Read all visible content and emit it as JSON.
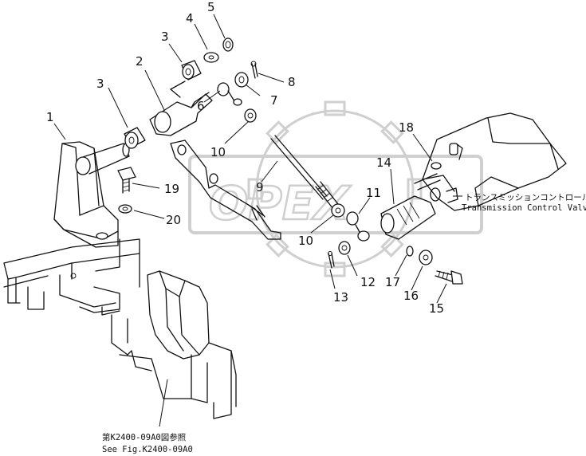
{
  "watermark": "OPEX",
  "transmission_valve": {
    "label_jp": "トランスミッションコントロールバルブ",
    "label_en": "Transmission  Control  Valve"
  },
  "reference": {
    "label_jp": "第K2400-09A0図参照",
    "label_en": "See Fig.K2400-09A0"
  },
  "callouts": [
    "1",
    "2",
    "3",
    "3",
    "4",
    "5",
    "6",
    "7",
    "8",
    "9",
    "10",
    "10",
    "11",
    "12",
    "13",
    "14",
    "15",
    "16",
    "17",
    "18",
    "19",
    "20"
  ]
}
